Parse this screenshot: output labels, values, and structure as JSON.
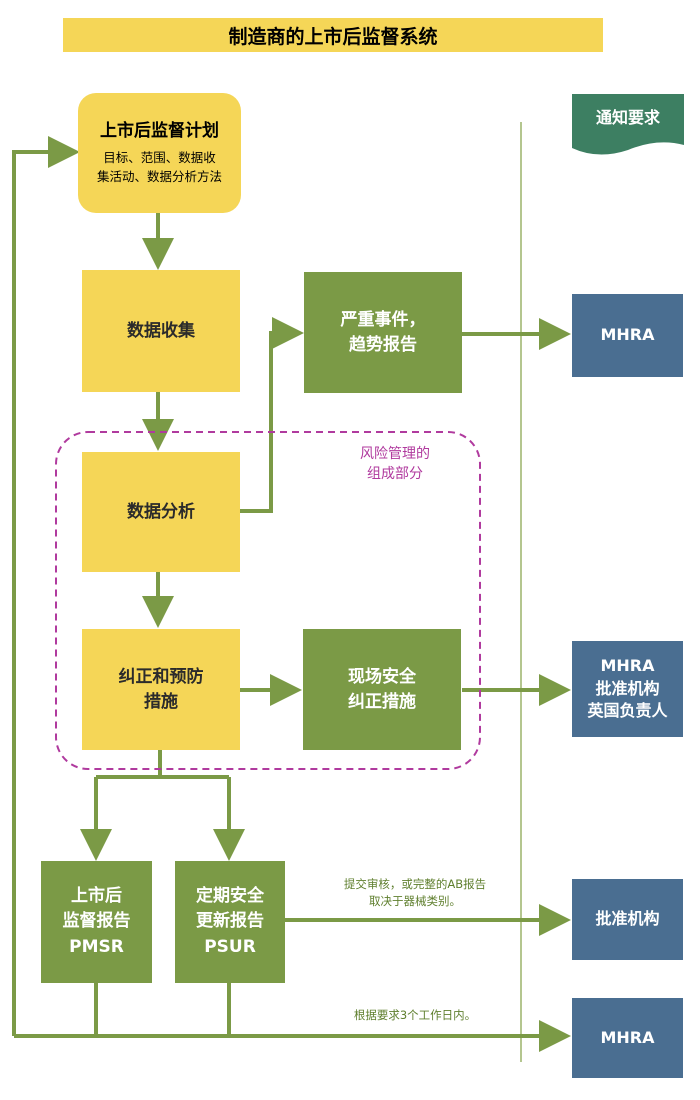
{
  "title": "制造商的上市后监督系统",
  "notify_header": "通知要求",
  "plan": {
    "title": "上市后监督计划",
    "subtitle": "目标、范围、数据收\n集活动、数据分析方法"
  },
  "data_collection": "数据收集",
  "data_analysis": "数据分析",
  "capa": "纠正和预防\n措施",
  "serious_incident": "严重事件，\n趋势报告",
  "fsca": "现场安全\n纠正措施",
  "risk_label": "风险管理的\n组成部分",
  "pmsr": "上市后\n监督报告\nPMSR",
  "psur": "定期安全\n更新报告\nPSUR",
  "targets": {
    "mhra_1": "MHRA",
    "mhra_2": "MHRA\n批准机构\n英国负责人",
    "approved_body": "批准机构",
    "mhra_3": "MHRA"
  },
  "notes": {
    "psur_note": "提交审核，或完整的AB报告\n取决于器械类别。",
    "mhra_note": "根据要求3个工作日内。"
  },
  "colors": {
    "yellow": "#f5d657",
    "green": "#7b9a46",
    "blue": "#4a6e91",
    "teal": "#3d7f62",
    "arrow": "#7b9a46",
    "risk_border": "#b03a9e"
  }
}
